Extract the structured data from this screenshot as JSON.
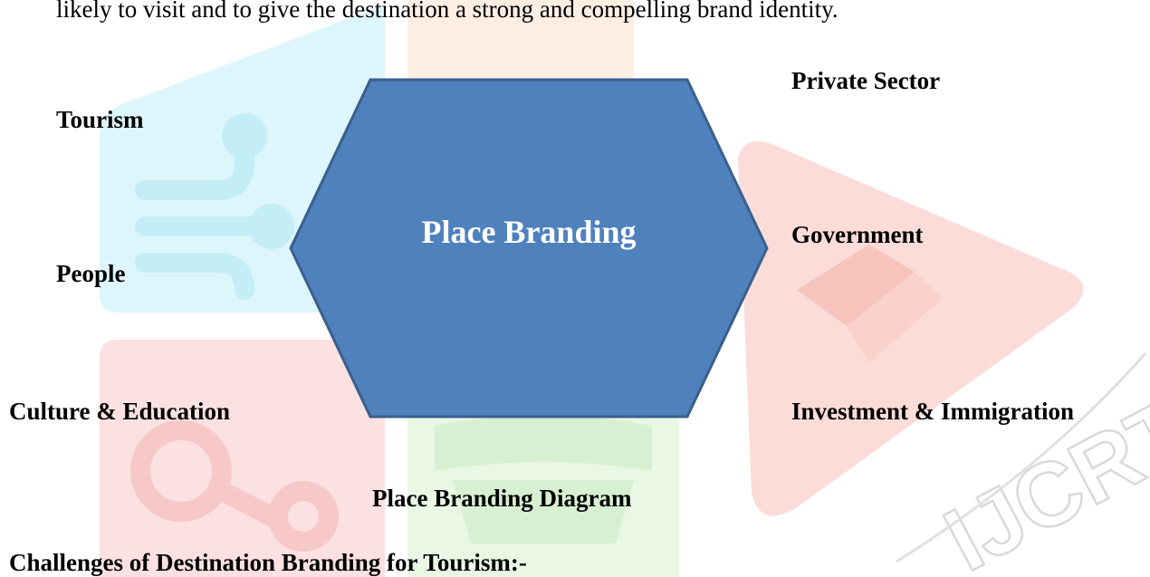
{
  "intro_text": "likely to visit and to give the destination a strong and compelling brand identity.",
  "diagram": {
    "center_label": "Place Branding",
    "left_labels": [
      "Tourism",
      "People",
      "Culture & Education"
    ],
    "right_labels": [
      "Private Sector",
      "Government",
      "Investment & Immigration"
    ],
    "hexagon_fill": "#4f81bd",
    "hexagon_stroke": "#3a5f8c"
  },
  "caption": "Place Branding Diagram",
  "section_heading": "Challenges of Destination Branding for Tourism:-",
  "watermark": {
    "text": "IJCRT",
    "colors": [
      "#dff7fb",
      "#fde9df",
      "#fbe3e3",
      "#e8f7e3"
    ],
    "icons": [
      "circuit-icon",
      "book-icon",
      "gear-icon",
      "graduation-cap-icon"
    ]
  }
}
